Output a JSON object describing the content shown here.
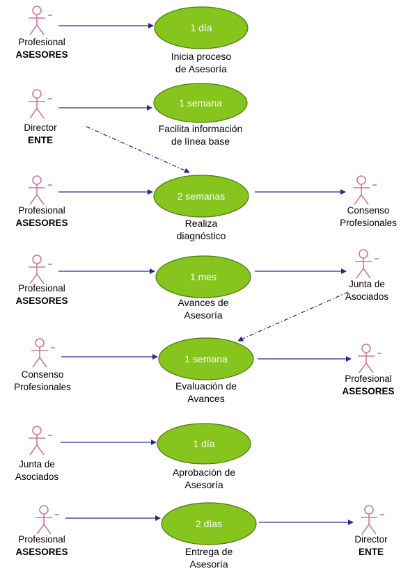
{
  "colors": {
    "use_case_fill": "#86c41e",
    "use_case_stroke": "#4a7a10",
    "actor_stroke": "#c8799a",
    "arrow": "#2a2a8c",
    "duration_text": "#ffffff"
  },
  "actors": [
    {
      "line1": "Profesional",
      "line2": "ASESORES",
      "line2_bold": true
    },
    {
      "line1": "Director",
      "line2": "ENTE",
      "line2_bold": true
    },
    {
      "line1": "Profesional",
      "line2": "ASESORES",
      "line2_bold": true
    },
    {
      "line1": "Consenso",
      "line2": "Profesionales",
      "line2_bold": false
    },
    {
      "line1": "Profesional",
      "line2": "ASESORES",
      "line2_bold": true
    },
    {
      "line1": "Junta de",
      "line2": "Asociados",
      "line2_bold": false
    },
    {
      "line1": "Consenso",
      "line2": "Profesionales",
      "line2_bold": false
    },
    {
      "line1": "Profesional",
      "line2": "ASESORES",
      "line2_bold": true
    },
    {
      "line1": "Junta de",
      "line2": "Asociados",
      "line2_bold": false
    },
    {
      "line1": "Profesional",
      "line2": "ASESORES",
      "line2_bold": true
    },
    {
      "line1": "Director",
      "line2": "ENTE",
      "line2_bold": true
    }
  ],
  "use_cases": [
    {
      "duration": "1 día",
      "line1": "Inicia proceso",
      "line2": "de Asesoría"
    },
    {
      "duration": "1 semana",
      "line1": "Facilita información",
      "line2": "de línea base"
    },
    {
      "duration": "2 semanas",
      "line1": "Realiza",
      "line2": "diagnóstico"
    },
    {
      "duration": "1 mes",
      "line1": "Avances  de",
      "line2": "Asesoría"
    },
    {
      "duration": "1 semana",
      "line1": "Evaluación de",
      "line2": "Avances"
    },
    {
      "duration": "1 día",
      "line1": "Aprobación de",
      "line2": "Asesoría"
    },
    {
      "duration": "2 días",
      "line1": "Entrega de",
      "line2": "Asesoría"
    }
  ]
}
